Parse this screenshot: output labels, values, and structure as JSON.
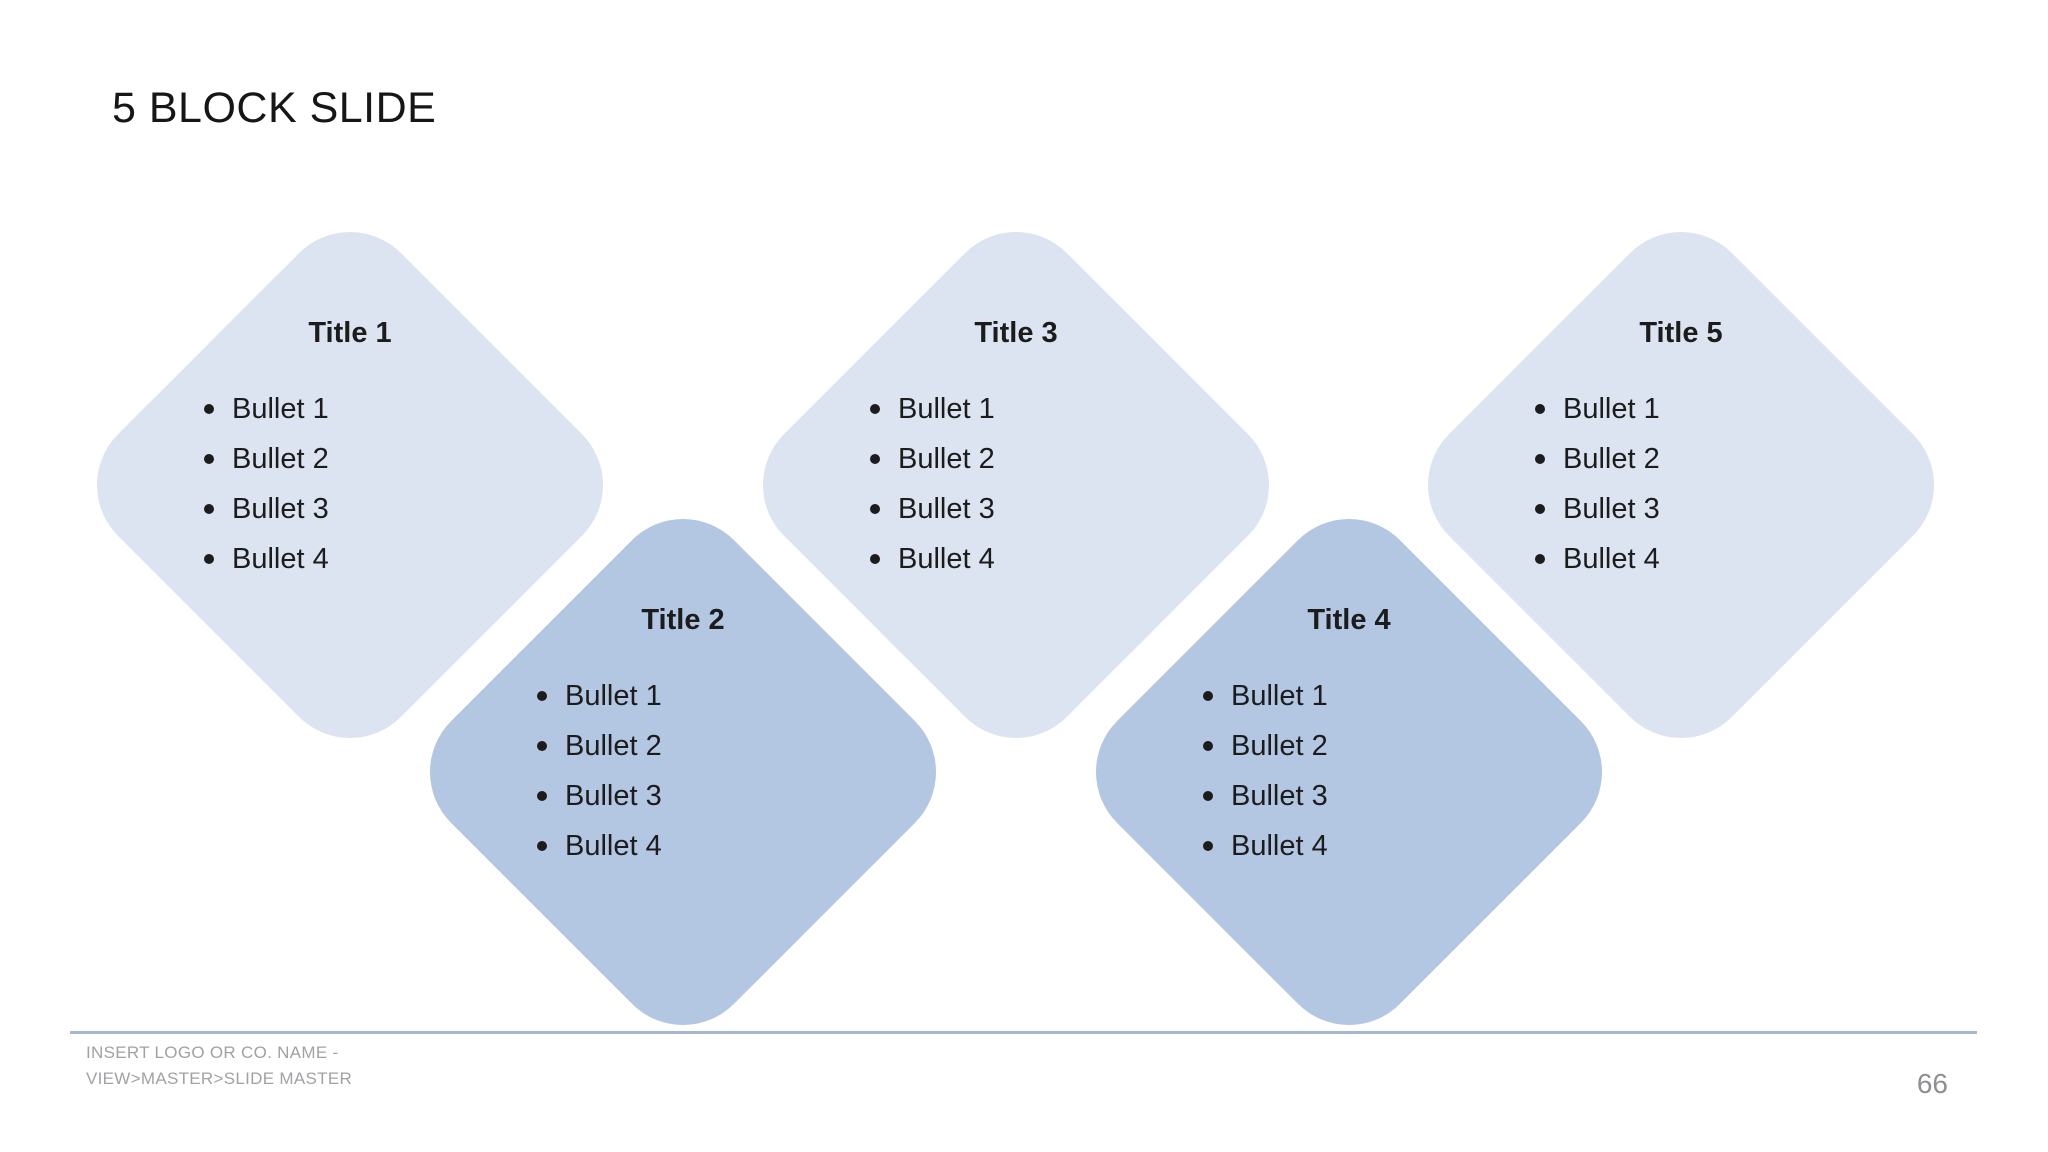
{
  "slide": {
    "heading": "5 BLOCK SLIDE",
    "blocks": [
      {
        "title": "Title 1",
        "tone": "light",
        "bullets": [
          "Bullet 1",
          "Bullet 2",
          "Bullet 3",
          "Bullet 4"
        ]
      },
      {
        "title": "Title 2",
        "tone": "dark",
        "bullets": [
          "Bullet 1",
          "Bullet 2",
          "Bullet 3",
          "Bullet 4"
        ]
      },
      {
        "title": "Title 3",
        "tone": "light",
        "bullets": [
          "Bullet 1",
          "Bullet 2",
          "Bullet 3",
          "Bullet 4"
        ]
      },
      {
        "title": "Title 4",
        "tone": "dark",
        "bullets": [
          "Bullet 1",
          "Bullet 2",
          "Bullet 3",
          "Bullet 4"
        ]
      },
      {
        "title": "Title 5",
        "tone": "light",
        "bullets": [
          "Bullet 1",
          "Bullet 2",
          "Bullet 3",
          "Bullet 4"
        ]
      }
    ],
    "footer": {
      "line1": "INSERT LOGO OR CO. NAME -",
      "line2": "VIEW>MASTER>SLIDE MASTER"
    },
    "page_number": "66",
    "colors": {
      "light_block": "#dce3f1",
      "dark_block": "#b3c7e3",
      "divider": "#a5b8cf",
      "heading_text": "#161616",
      "body_text": "#1c1c1c",
      "footer_text": "#a1a1a6",
      "page_number_text": "#8e8e93"
    }
  }
}
